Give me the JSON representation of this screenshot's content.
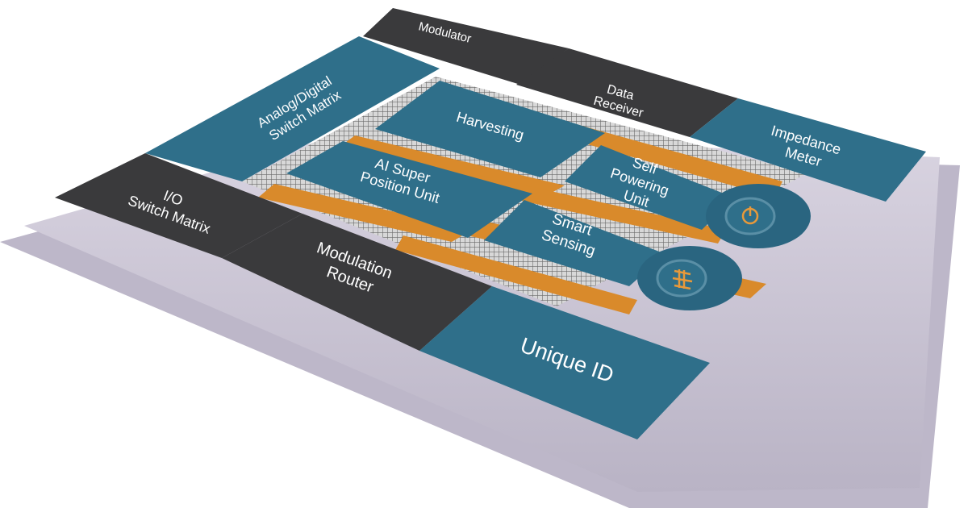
{
  "colors": {
    "teal": "#2f6f8a",
    "dark": "#3a3a3c",
    "orange": "#d98a2b",
    "substrate": "#c9c3d3",
    "mesh": "#6a6a6a"
  },
  "icons": [
    "power-icon",
    "signal-icon"
  ],
  "blocks": {
    "modulator": "Modulator",
    "data_receiver_1": "Data",
    "data_receiver_2": "Receiver",
    "impedance_1": "Impedance",
    "impedance_2": "Meter",
    "analog_1": "Analog/Digital",
    "analog_2": "Switch Matrix",
    "io_1": "I/O",
    "io_2": "Switch Matrix",
    "mod_router_1": "Modulation",
    "mod_router_2": "Router",
    "unique_id": "Unique ID",
    "harvesting": "Harvesting",
    "ai_1": "AI Super",
    "ai_2": "Position Unit",
    "self_1": "Self",
    "self_2": "Powering",
    "self_3": "Unit",
    "smart_1": "Smart",
    "smart_2": "Sensing"
  }
}
